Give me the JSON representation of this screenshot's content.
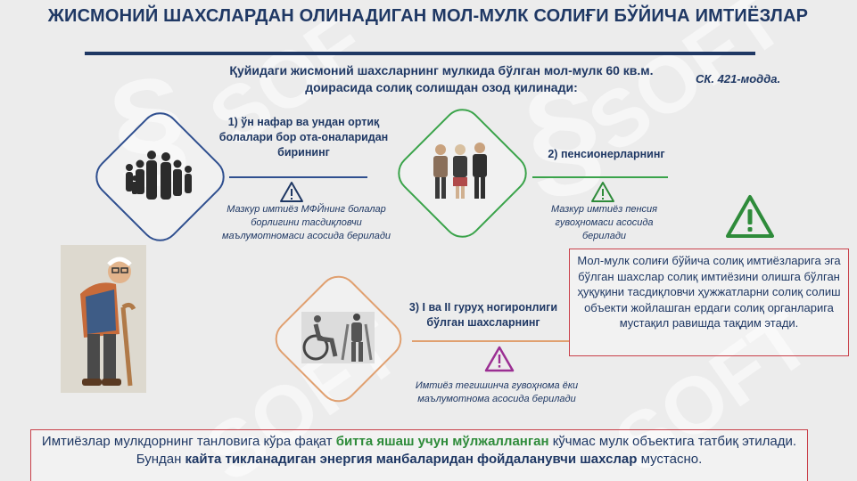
{
  "title": "ЖИСМОНИЙ ШАХСЛАРДАН ОЛИНАДИГАН МОЛ-МУЛК СОЛИҒИ БЎЙИЧА ИМТИЁЗЛАР",
  "intro": "Қуйидаги жисмоний шахсларнинг мулкида бўлган мол-мулк 60 кв.м. доирасида солиқ солишдан озод қилинади:",
  "legal_ref": "СК. 421-модда.",
  "categories": [
    {
      "title": "1) ўн нафар ва ундан ортиқ болалари бор ота-оналаридан бирининг",
      "note": "Мазкур имтиёз МФЙнинг болалар борлигини тасдиқловчи маълумотномаси асосида берилади",
      "accent": "#2f4f8f"
    },
    {
      "title": "2) пенсионерларнинг",
      "note": "Мазкур имтиёз пенсия гувоҳномаси асосида берилади",
      "accent": "#3aa34a"
    },
    {
      "title": "3) I ва II гуруҳ ногиронлиги бўлган шахсларнинг",
      "note": "Имтиёз тегишинча гувоҳнома ёки маълумотнома асосида берилади",
      "accent": "#e0a070"
    }
  ],
  "info_box": "Мол-мулк солиғи бўйича солиқ имтиёзларига эга бўлган шахслар солиқ имтиёзини олишга бўлган ҳуқуқини тасдиқловчи ҳужжатларни солиқ солиш объекти жойлашган ердаги солиқ органларига мустақил равишда тақдим этади.",
  "bottom_note": {
    "part1": "Имтиёзлар мулкдорнинг танловига кўра фақат ",
    "highlight1": "битта яшаш учун мўлжалланган",
    "part2": " кўчмас мулк объектига татбиқ этилади. Бундан ",
    "highlight2": "кайта тикланадиган энергия манбаларидан фойдаланувчи шахслар",
    "part3": " мустасно."
  },
  "icons": [
    "family-illustration",
    "pensioners-illustration",
    "disabled-persons-illustration",
    "elderly-man-illustration",
    "warning-icon"
  ],
  "colors": {
    "title": "#1f3864",
    "green": "#2e8b3a",
    "box_border": "#c9404a",
    "warning_large": "#2e8b3a",
    "warning_purple": "#9b2f93"
  }
}
